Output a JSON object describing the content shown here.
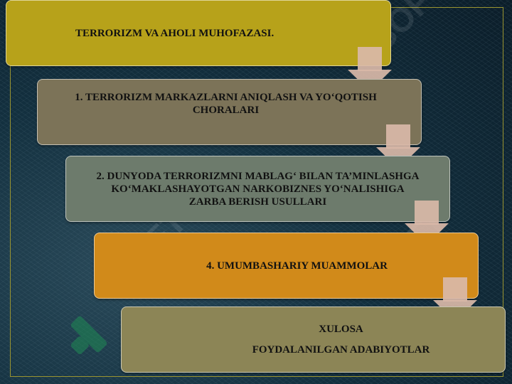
{
  "slide": {
    "items": [
      {
        "label": "TERRORIZM VA AHOLI MUHOFAZASI."
      },
      {
        "label": "1. TERRORIZM MARKAZLARNI ANIQLASH VA YO‘QOTISH CHORALARI"
      },
      {
        "label": "2. DUNYODA TERRORIZMNI MABLAG‘ BILAN TA’MINLASHGA KO‘MAKLASHAYOTGAN NARKOBIZNES YO‘NALISHIGA ZARBA BERISH USULLARI"
      },
      {
        "label": "4. UMUMBASHARIY MUAMMOLAR"
      },
      {
        "label": "XULOSA",
        "label2": "FOYDALANILGAN ADABIYOTLAR"
      }
    ],
    "watermark": "SOFT",
    "colors": {
      "background": "#0d2130",
      "box0": "#b7a21a",
      "box1": "#7c7358",
      "box2": "#6d7b6c",
      "box3": "#d18a1a",
      "box4": "#8c8556",
      "arrow": "#d9b8a8",
      "frame": "#9a9430"
    },
    "icons": [
      "arrow-down-icon",
      "arrow-down-icon",
      "arrow-down-icon",
      "arrow-down-icon"
    ]
  }
}
